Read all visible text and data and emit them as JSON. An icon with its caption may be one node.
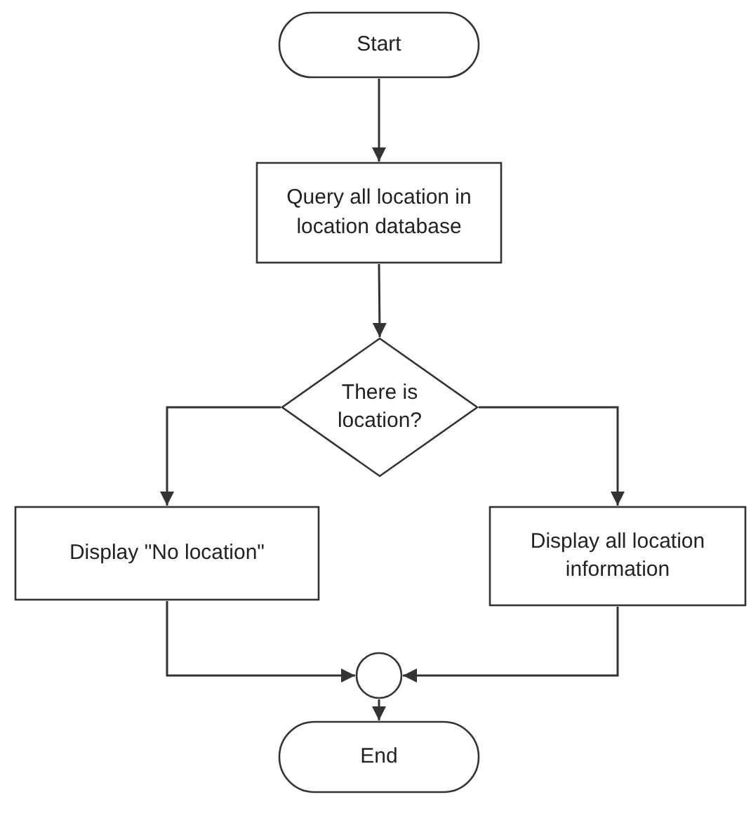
{
  "diagram": {
    "nodes": [
      {
        "text": [
          "Start"
        ]
      },
      {
        "text": [
          "Query all location in location database"
        ]
      },
      {
        "text": [
          "There is location?"
        ]
      },
      {
        "text": [
          "Display \"No location\""
        ]
      },
      {
        "text": [
          "Display all location information"
        ]
      },
      {
        "text": [],
        "shape": "circle"
      },
      {
        "text": [
          "End"
        ]
      }
    ],
    "edges": [
      {
        "from": 0,
        "to": 1,
        "arrow": "to"
      },
      {
        "from": 1,
        "to": 2,
        "arrow": "to"
      },
      {
        "from": 2,
        "to": 3,
        "arrow": "to"
      },
      {
        "from": 2,
        "to": 4,
        "arrow": "to"
      },
      {
        "from": 3,
        "to": 5,
        "arrow": "to"
      },
      {
        "from": 4,
        "to": 5,
        "arrow": "to"
      },
      {
        "from": 5,
        "to": 6,
        "arrow": "to"
      }
    ]
  }
}
